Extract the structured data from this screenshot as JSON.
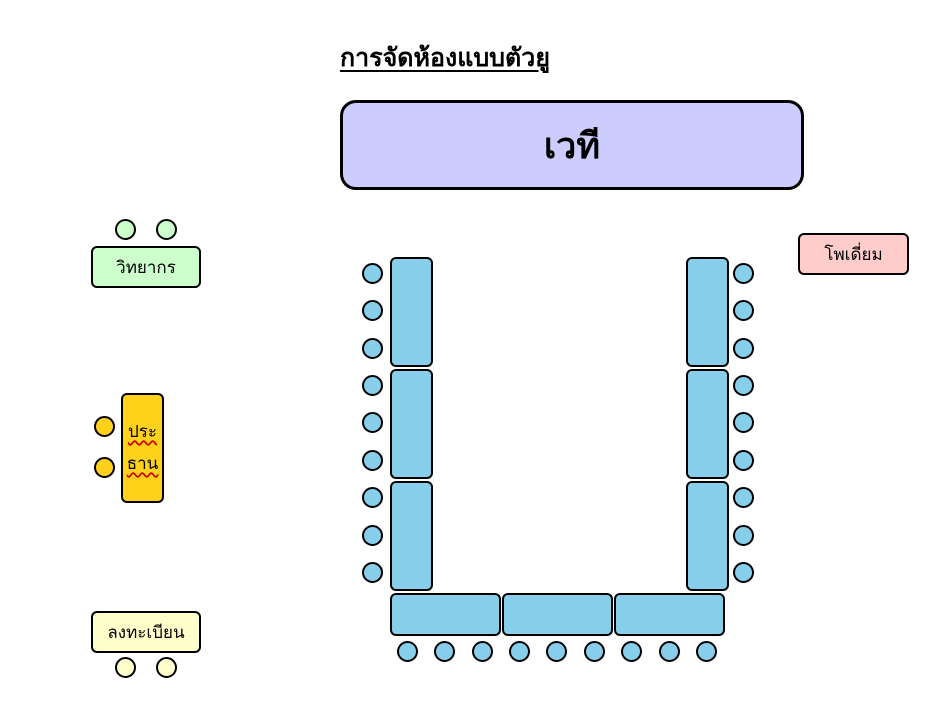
{
  "title": "การจัดห้องแบบตัวยู",
  "stage_label": "เวที",
  "speaker_label": "วิทยากร",
  "podium_label": "โพเดี่ยม",
  "chair_label_line1": "ประ",
  "chair_label_line2": "ธาน",
  "register_label": "ลงทะเบียน",
  "colors": {
    "stage": "#ccccff",
    "tables": "#87ceeb",
    "speaker": "#ccffcc",
    "podium": "#ffcccc",
    "chair": "#ffd11a",
    "register": "#ffffcc"
  },
  "layout_counts": {
    "left_tables": 3,
    "right_tables": 3,
    "bottom_tables": 3,
    "left_seats": 9,
    "right_seats": 9,
    "bottom_seats": 9
  }
}
